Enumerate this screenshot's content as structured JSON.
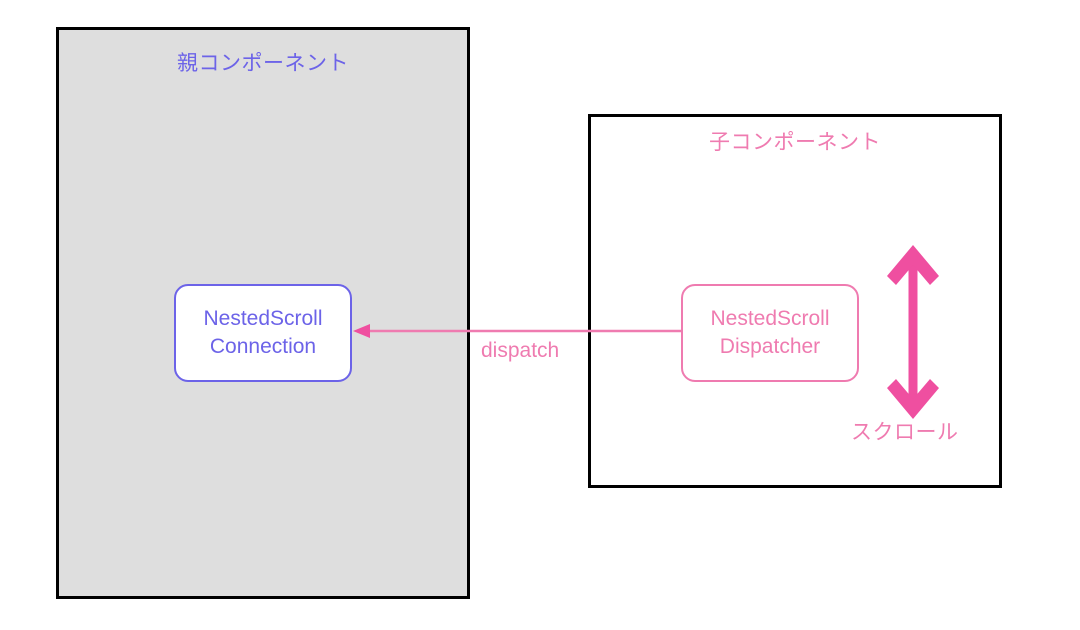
{
  "diagram": {
    "title": "NestedScroll dispatch diagram",
    "colors": {
      "parent_accent": "#6c63e8",
      "child_accent": "#ef7bb0",
      "scroll_arrow": "#ef4fa0",
      "parent_fill": "#dedede",
      "child_fill": "#ffffff",
      "border": "#000000",
      "background": "#ffffff"
    },
    "parent_container": {
      "title": "親コンポーネント",
      "node": {
        "line1": "NestedScroll",
        "line2": "Connection"
      }
    },
    "child_container": {
      "title": "子コンポーネント",
      "node": {
        "line1": "NestedScroll",
        "line2": "Dispatcher"
      },
      "scroll_arrow_label": "スクロール"
    },
    "edges": [
      {
        "label": "dispatch",
        "from": "NestedScrollDispatcher",
        "to": "NestedScrollConnection",
        "direction": "right-to-left"
      }
    ]
  }
}
